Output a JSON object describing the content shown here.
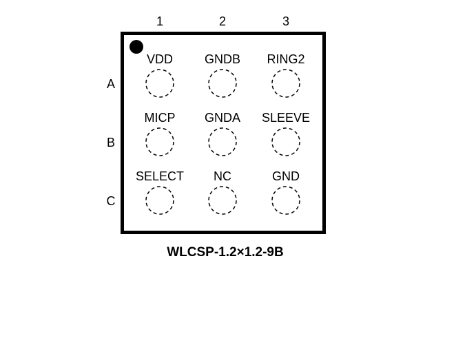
{
  "columns": [
    "1",
    "2",
    "3"
  ],
  "rows": [
    "A",
    "B",
    "C"
  ],
  "pins": [
    [
      "VDD",
      "GNDB",
      "RING2"
    ],
    [
      "MICP",
      "GNDA",
      "SLEEVE"
    ],
    [
      "SELECT",
      "NC",
      "GND"
    ]
  ],
  "package_name": "WLCSP-1.2×1.2-9B",
  "colors": {
    "ink": "#000000",
    "background": "#ffffff"
  }
}
